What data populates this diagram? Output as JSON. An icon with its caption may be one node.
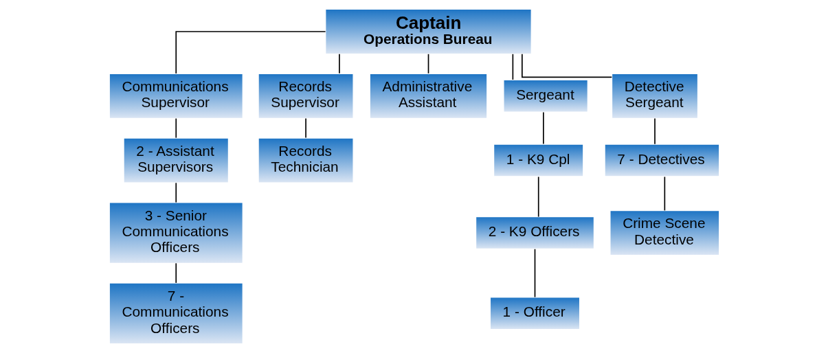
{
  "diagram": {
    "nodes": [
      {
        "text": [
          "Captain",
          "Operations Bureau"
        ]
      },
      {
        "text": [
          "Communications Supervisor"
        ]
      },
      {
        "text": [
          "2 - Assistant Supervisors"
        ]
      },
      {
        "text": [
          "3 - Senior Communications Officers"
        ]
      },
      {
        "text": [
          "7 - Communications Officers"
        ]
      },
      {
        "text": [
          "Records Supervisor"
        ]
      },
      {
        "text": [
          "Records Technician"
        ]
      },
      {
        "text": [
          "Administrative Assistant"
        ]
      },
      {
        "text": [
          "Sergeant"
        ]
      },
      {
        "text": [
          "1 - K9 Cpl"
        ]
      },
      {
        "text": [
          "2 - K9 Officers"
        ]
      },
      {
        "text": [
          "1 - Officer"
        ]
      },
      {
        "text": [
          "Detective Sergeant"
        ]
      },
      {
        "text": [
          "7 - Detectives"
        ]
      },
      {
        "text": [
          "Crime Scene Detective"
        ]
      }
    ],
    "edges": [
      {
        "from": 0,
        "to": 1,
        "arrow": "none"
      },
      {
        "from": 0,
        "to": 5,
        "arrow": "none"
      },
      {
        "from": 0,
        "to": 7,
        "arrow": "none"
      },
      {
        "from": 0,
        "to": 8,
        "arrow": "none"
      },
      {
        "from": 0,
        "to": 12,
        "arrow": "none"
      },
      {
        "from": 1,
        "to": 2,
        "arrow": "none"
      },
      {
        "from": 2,
        "to": 3,
        "arrow": "none"
      },
      {
        "from": 3,
        "to": 4,
        "arrow": "none"
      },
      {
        "from": 5,
        "to": 6,
        "arrow": "none"
      },
      {
        "from": 8,
        "to": 9,
        "arrow": "none"
      },
      {
        "from": 9,
        "to": 10,
        "arrow": "none"
      },
      {
        "from": 10,
        "to": 11,
        "arrow": "none"
      },
      {
        "from": 12,
        "to": 13,
        "arrow": "none"
      },
      {
        "from": 13,
        "to": 14,
        "arrow": "none"
      }
    ]
  }
}
